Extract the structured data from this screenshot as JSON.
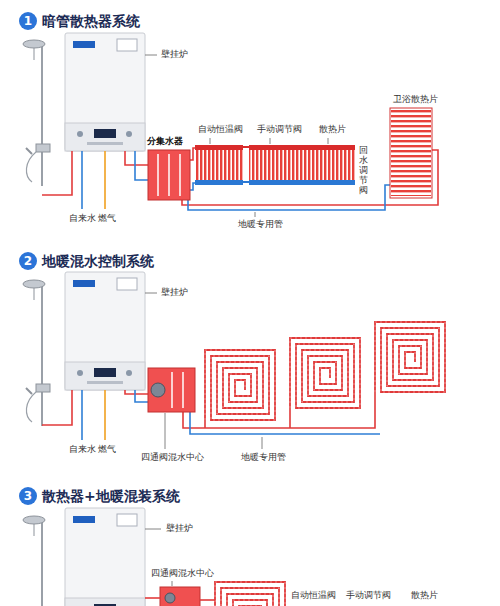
{
  "diagram": {
    "nodes": [
      {
        "text": [
          "1",
          "暗管散热器系统"
        ]
      },
      {
        "text": [
          "2",
          "地暖混水控制系统"
        ]
      },
      {
        "text": [
          "3",
          "散热器+地暖混装系统"
        ]
      }
    ],
    "labels": [
      "壁挂炉",
      "分集水器",
      "自动恒温阀",
      "手动调节阀",
      "散热片",
      "卫浴散热片",
      "回水调节阀",
      "自来水",
      "燃气",
      "地暖专用管",
      "壁挂炉",
      "自来水",
      "燃气",
      "四通阀混水中心",
      "地暖专用管",
      "壁挂炉",
      "四通阀混水中心",
      "自动恒温阀",
      "手动调节阀",
      "散热片"
    ]
  }
}
